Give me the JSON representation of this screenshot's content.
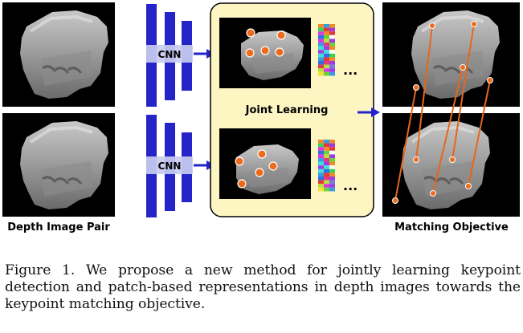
{
  "figure": {
    "cnn_label_top": "CNN",
    "cnn_label_bottom": "CNN",
    "joint_learning_label": "Joint Learning",
    "ellipsis_top": "...",
    "ellipsis_bottom": "...",
    "left_caption": "Depth Image Pair",
    "right_caption": "Matching Objective",
    "colors": {
      "cnn_blue": "#2424c8",
      "arrow_blue": "#2323c8",
      "panel_fill": "#fdf6c3",
      "keypoint_orange": "#ee6a1c",
      "match_line_orange": "#e8661a"
    }
  },
  "caption": {
    "text": "Figure 1. We propose a new method for jointly learning keypoint detection and patch-based representations in depth images towards the keypoint matching objective."
  }
}
